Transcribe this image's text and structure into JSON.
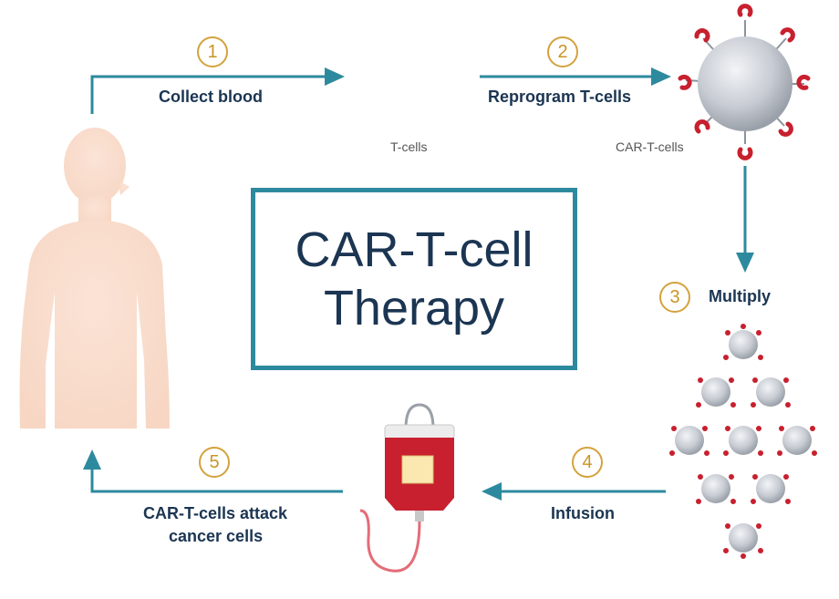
{
  "title": {
    "line1": "CAR-T-cell",
    "line2": "Therapy"
  },
  "steps": [
    {
      "number": "1",
      "label": "Collect blood"
    },
    {
      "number": "2",
      "label": "Reprogram T-cells"
    },
    {
      "number": "3",
      "label": "Multiply"
    },
    {
      "number": "4",
      "label": "Infusion"
    },
    {
      "number": "5",
      "label_line1": "CAR-T-cells attack",
      "label_line2": "cancer cells"
    }
  ],
  "cell_labels": {
    "tcells": "T-cells",
    "cartcells": "CAR-T-cells"
  },
  "colors": {
    "arrow": "#2d8a9e",
    "text": "#1b3552",
    "step_circle": "#d4a23c",
    "receptor": "#c8202e",
    "skin": "#f7d9c8",
    "blood_bag": "#c8202e"
  }
}
